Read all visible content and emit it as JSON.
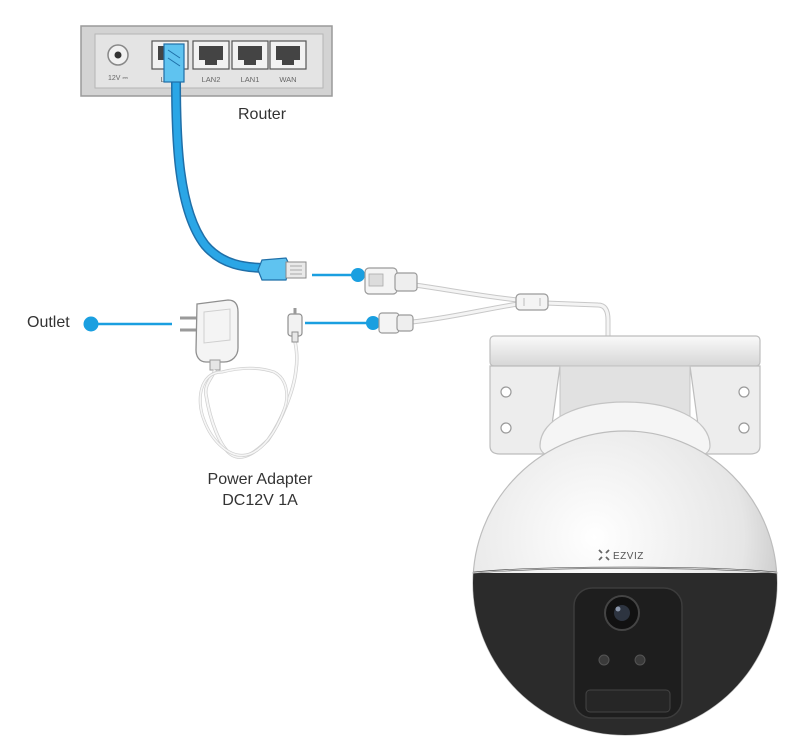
{
  "router": {
    "label": "Router",
    "ports": [
      "LAN3",
      "LAN2",
      "LAN1",
      "WAN"
    ],
    "power_mark": "12V ⎓"
  },
  "outlet": {
    "label": "Outlet"
  },
  "adapter": {
    "line1": "Power Adapter",
    "line2": "DC12V 1A"
  },
  "camera": {
    "brand": "EZVIZ"
  },
  "colors": {
    "accent": "#1a9fe0",
    "cable": "#2aa6e6",
    "camera_dark": "#2b2b2b",
    "camera_light": "#f2f2f2",
    "router_body": "#d9d9d9"
  }
}
